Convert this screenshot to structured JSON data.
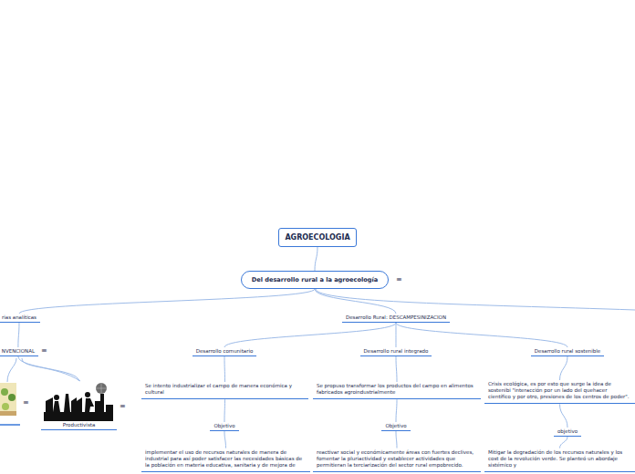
{
  "diagram": {
    "title": "AGROECOLOGIA",
    "nodes": [
      {
        "text": [
          "AGROECOLOGIA"
        ]
      },
      {
        "text": [
          "Del desarrollo rural a la agroecología"
        ]
      },
      {
        "text": [
          "rias analíticas"
        ]
      },
      {
        "text": [
          "NVENCIONAL"
        ]
      },
      {
        "text": [
          "Productivista"
        ]
      },
      {
        "text": [
          "Desarrollo Rural: DESCAMPESINIZACION"
        ]
      },
      {
        "text": [
          "Desarrollo comunitario"
        ]
      },
      {
        "text": [
          "Se intento industrializar el campo de manera económica y cultural"
        ]
      },
      {
        "text": [
          "Objetivo"
        ]
      },
      {
        "text": [
          "implementar el uso de recursos naturales de manera de industrial para así poder satisfacer las necesidades básicas de la población en materia educativa, sanitaria y de mejora de"
        ]
      },
      {
        "text": [
          "Desarrollo rural integrado"
        ]
      },
      {
        "text": [
          "Se propuso transformar los productos del campo en alimentos fabricados agroindustrialmente"
        ]
      },
      {
        "text": [
          "Objetivo"
        ]
      },
      {
        "text": [
          "reactivar social y económicamente áreas con fuertes declives, fomentar la pluriactividad y establecer actividades que permitieran la terciarización del sector rural empobrecido."
        ]
      },
      {
        "text": [
          "Desarrollo rural sostenible"
        ]
      },
      {
        "text": [
          "Crisis ecológica, es por esto que surge la idea de sostenibi \"interacción por un lado del quehacer científico y por otro, presiones de los centros de poder\"."
        ]
      },
      {
        "text": [
          "objetivo"
        ]
      },
      {
        "text": [
          "Mitigar la degradación de los recursos naturales y los cost de la revolución verde. Se planteó un abordaje sistémico y"
        ]
      }
    ],
    "edges": [
      {
        "from": 0,
        "to": 1,
        "arrow": "none"
      },
      {
        "from": 1,
        "to": 2,
        "arrow": "none"
      },
      {
        "from": 1,
        "to": 5,
        "arrow": "none"
      },
      {
        "from": 2,
        "to": 3,
        "arrow": "none"
      },
      {
        "from": 3,
        "to": 4,
        "arrow": "none"
      },
      {
        "from": 5,
        "to": 6,
        "arrow": "none"
      },
      {
        "from": 5,
        "to": 10,
        "arrow": "none"
      },
      {
        "from": 5,
        "to": 14,
        "arrow": "none"
      },
      {
        "from": 6,
        "to": 7,
        "arrow": "none"
      },
      {
        "from": 7,
        "to": 8,
        "arrow": "none"
      },
      {
        "from": 8,
        "to": 9,
        "arrow": "none"
      },
      {
        "from": 10,
        "to": 11,
        "arrow": "none"
      },
      {
        "from": 11,
        "to": 12,
        "arrow": "none"
      },
      {
        "from": 12,
        "to": 13,
        "arrow": "none"
      },
      {
        "from": 14,
        "to": 15,
        "arrow": "none"
      },
      {
        "from": 15,
        "to": 16,
        "arrow": "none"
      },
      {
        "from": 16,
        "to": 17,
        "arrow": "none"
      }
    ],
    "labels": [
      "≡",
      "≡",
      "≡",
      "≡"
    ]
  }
}
